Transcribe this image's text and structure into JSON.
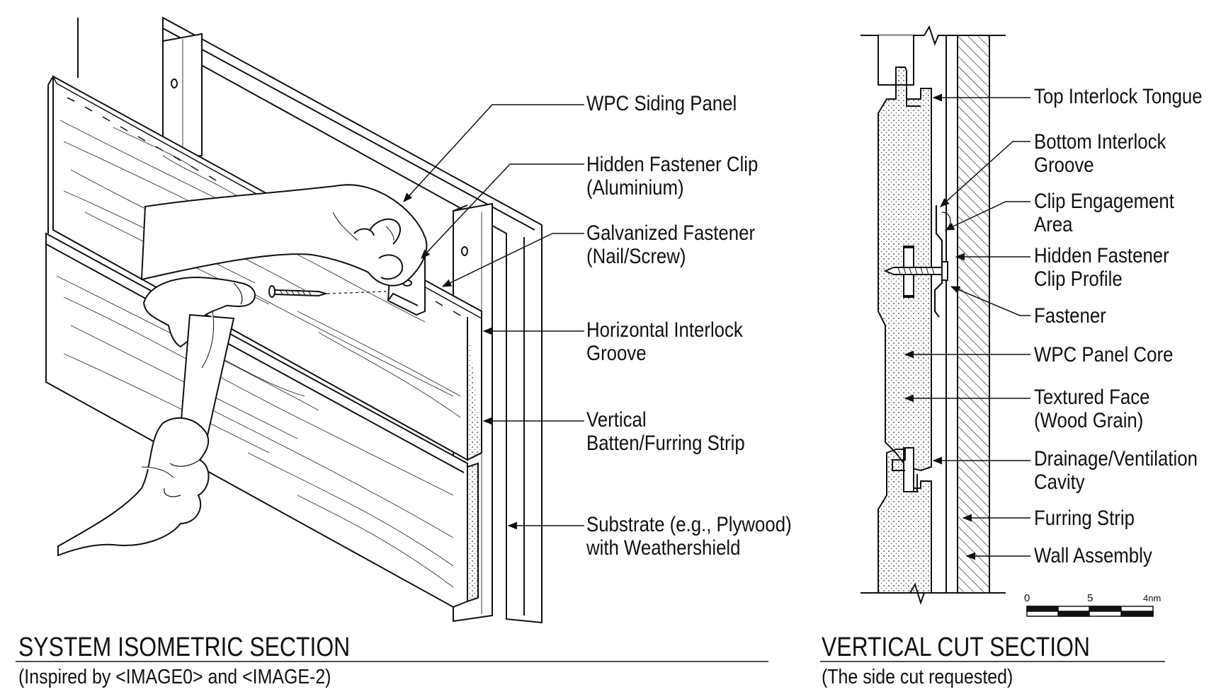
{
  "left_panel": {
    "title": "SYSTEM ISOMETRIC SECTION",
    "subtitle": "(Inspired by <IMAGE0> and <IMAGE-2)",
    "labels": {
      "wpc_siding_panel": "WPC Siding Panel",
      "hidden_fastener_clip": [
        "Hidden Fastener Clip",
        "(Aluminium)"
      ],
      "galvanized_fastener": [
        "Galvanized Fastener",
        "(Nail/Screw)"
      ],
      "horizontal_interlock_groove": [
        "Horizontal Interlock",
        "Groove"
      ],
      "vertical_batten": [
        "Vertical",
        "Batten/Furring Strip"
      ],
      "substrate": [
        "Substrate (e.g., Plywood)",
        "with Weathershield"
      ]
    }
  },
  "right_panel": {
    "title": "VERTICAL CUT SECTION",
    "subtitle": "(The side cut requested)",
    "labels": {
      "top_interlock_tongue": "Top Interlock Tongue",
      "bottom_interlock_groove": [
        "Bottom Interlock",
        "Groove"
      ],
      "clip_engagement_area": [
        "Clip Engagement",
        "Area"
      ],
      "hidden_fastener_clip_profile": [
        "Hidden Fastener",
        "Clip Profile"
      ],
      "fastener": "Fastener",
      "wpc_panel_core": "WPC Panel Core",
      "textured_face": [
        "Textured Face",
        "(Wood Grain)"
      ],
      "drainage_cavity": [
        "Drainage/Ventilation",
        "Cavity"
      ],
      "furring_strip": "Furring Strip",
      "wall_assembly": "Wall Assembly"
    },
    "scale_bar": {
      "ticks": [
        "0",
        "5",
        "4nm"
      ]
    }
  }
}
